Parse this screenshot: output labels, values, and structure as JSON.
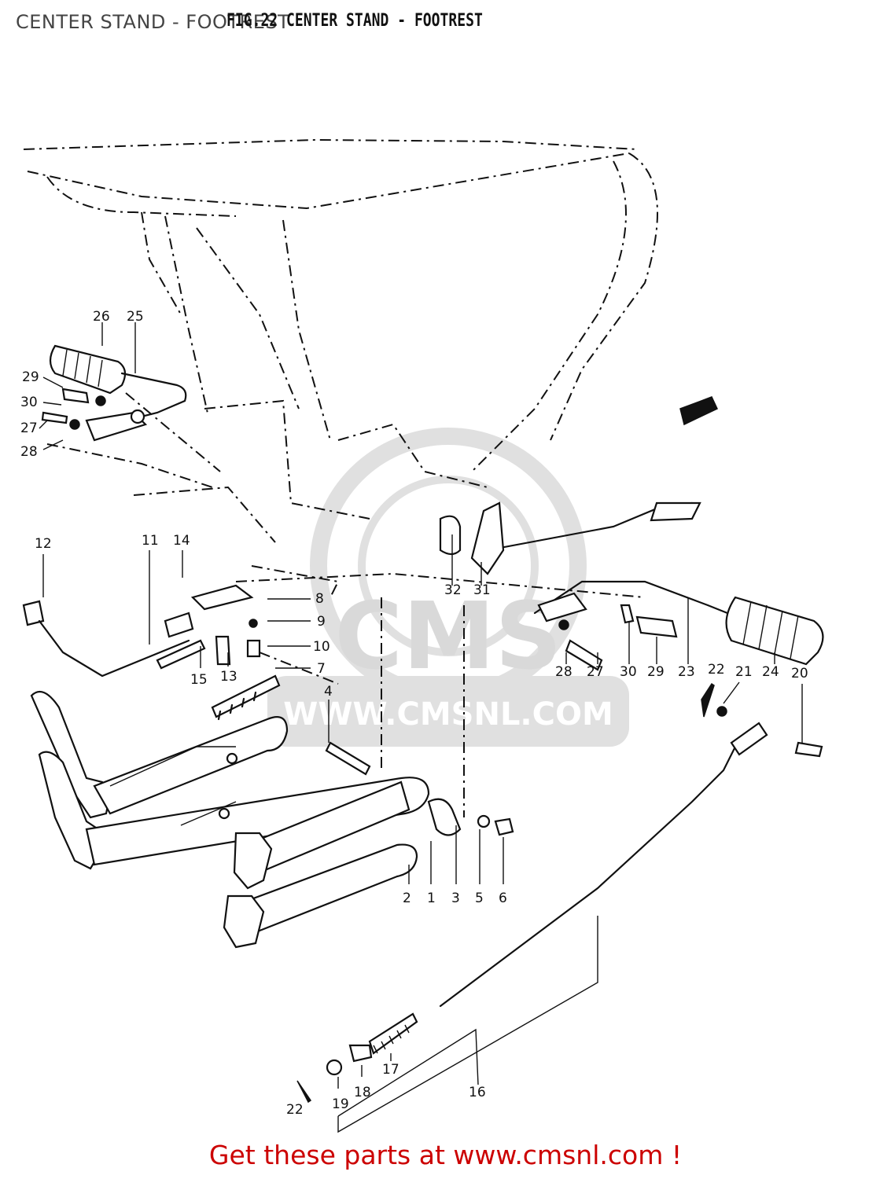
{
  "header": {
    "title": "CENTER STAND - FOOTREST",
    "figure_title": "FIG.22 CENTER STAND - FOOTREST"
  },
  "diagram": {
    "callouts": [
      "1",
      "2",
      "3",
      "4",
      "5",
      "6",
      "7",
      "8",
      "9",
      "10",
      "11",
      "12",
      "13",
      "14",
      "15",
      "16",
      "17",
      "18",
      "19",
      "20",
      "21",
      "22",
      "23",
      "24",
      "25",
      "26",
      "27",
      "28",
      "29",
      "30",
      "31",
      "32"
    ]
  },
  "watermark": {
    "brand": "CMS",
    "url": "WWW.CMSNL.COM"
  },
  "footer": {
    "cta_text": "Get these parts at www.cmsnl.com !"
  },
  "colors": {
    "cta": "#cc0000",
    "watermark": "#888888",
    "line": "#111111"
  }
}
